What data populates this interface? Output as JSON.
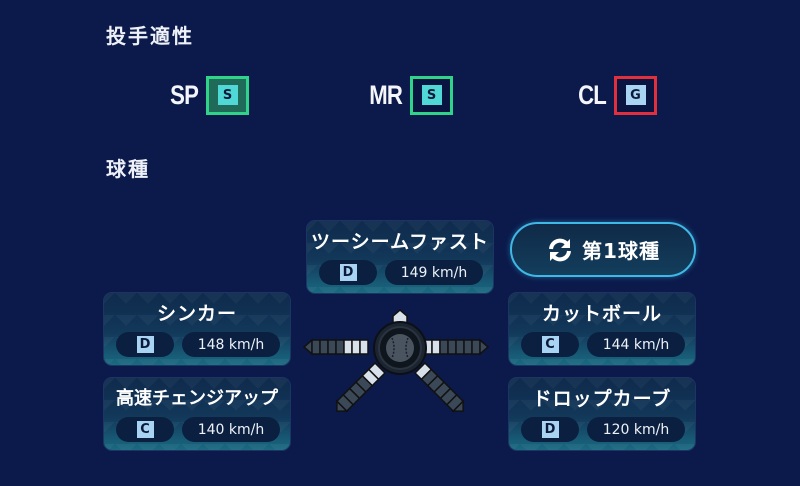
{
  "aptitude": {
    "title": "投手適性",
    "items": [
      {
        "label": "SP",
        "grade": "S",
        "border": "#2fd48a",
        "fill": "#1f6a58",
        "grade_bg": "#4fd8d6"
      },
      {
        "label": "MR",
        "grade": "S",
        "border": "#2fd48a",
        "fill": "#091440",
        "grade_bg": "#4fd8d6"
      },
      {
        "label": "CL",
        "grade": "G",
        "border": "#e0303e",
        "fill": "#091440",
        "grade_bg": "#a9d3f2"
      }
    ]
  },
  "pitches": {
    "title": "球種",
    "switch_button": {
      "label": "第1球種",
      "icon": "refresh-icon"
    },
    "items": [
      {
        "name": "ツーシームファスト",
        "grade": "D",
        "speed": "149 km/h",
        "direction": "up"
      },
      {
        "name": "シンカー",
        "grade": "D",
        "speed": "148 km/h",
        "direction": "left"
      },
      {
        "name": "高速チェンジアップ",
        "grade": "C",
        "speed": "140 km/h",
        "direction": "down-left"
      },
      {
        "name": "カットボール",
        "grade": "C",
        "speed": "144 km/h",
        "direction": "right"
      },
      {
        "name": "ドロップカーブ",
        "grade": "D",
        "speed": "120 km/h",
        "direction": "down-right"
      }
    ],
    "chart": {
      "center_icon": "baseball-icon",
      "arrows": [
        {
          "direction": "up",
          "segments": 1,
          "lit": 1
        },
        {
          "direction": "left",
          "segments": 7,
          "lit": 3
        },
        {
          "direction": "right",
          "segments": 7,
          "lit": 2
        },
        {
          "direction": "down-left",
          "segments": 6,
          "lit": 2
        },
        {
          "direction": "down-right",
          "segments": 6,
          "lit": 1
        }
      ],
      "lit_color": "#d8e0ea",
      "dim_color": "#3a4858"
    }
  }
}
